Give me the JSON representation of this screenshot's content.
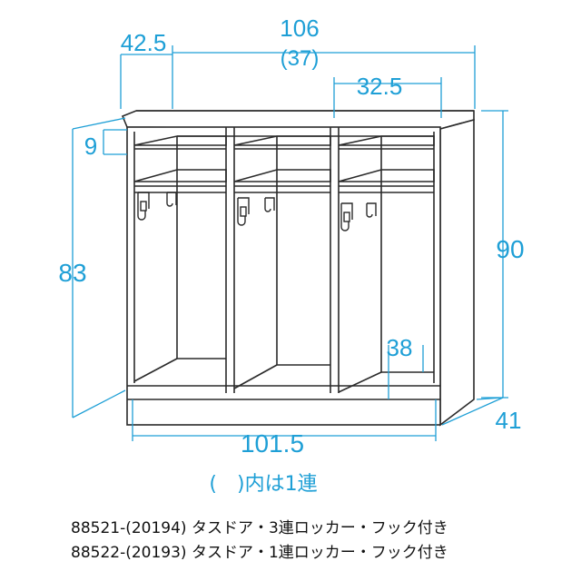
{
  "colors": {
    "line": "#2a2a2a",
    "dim": "#1e9fd6",
    "text": "#111111"
  },
  "dimensions": {
    "total_width": "106",
    "total_width_single": "(37)",
    "depth": "42.5",
    "compartment_width": "32.5",
    "shelf_height": "9",
    "inner_height": "83",
    "total_height": "90",
    "hook_clearance": "38",
    "base_depth": "41",
    "inner_width": "101.5"
  },
  "caption": "(　)内は1連",
  "products": [
    {
      "code": "88521-(20194)",
      "description": "タスドア・3連ロッカー・フック付き"
    },
    {
      "code": "88522-(20193)",
      "description": "タスドア・1連ロッカー・フック付き"
    }
  ]
}
